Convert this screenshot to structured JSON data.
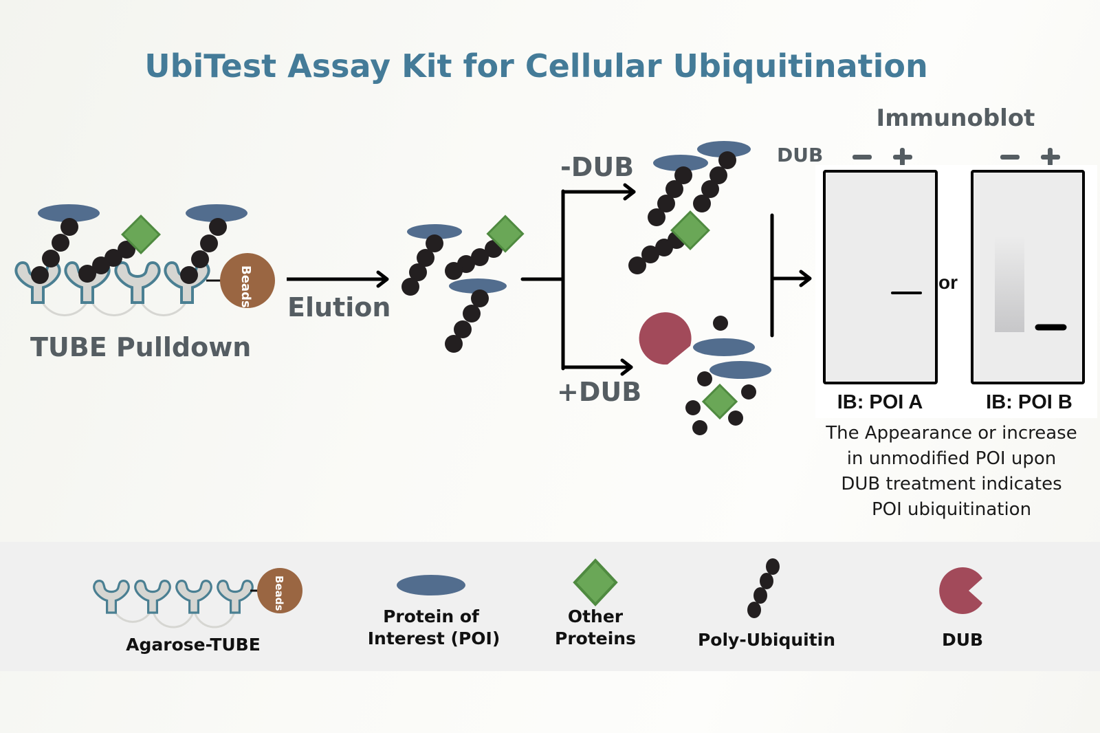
{
  "title": "UbiTest Assay Kit for Cellular Ubiquitination",
  "steps": {
    "pulldown_label": "TUBE Pulldown",
    "beads_label": "Beads",
    "elution_label": "Elution",
    "minus_dub_label": "-DUB",
    "plus_dub_label": "+DUB"
  },
  "immunoblot": {
    "heading": "Immunoblot",
    "dub_row_label": "DUB",
    "lane_minus": "−",
    "lane_plus": "+",
    "or_label": "or",
    "blots": [
      {
        "label": "IB: POI A",
        "description": "band only in + lane"
      },
      {
        "label": "IB: POI B",
        "description": "smear in − lane, strong band in + lane"
      }
    ],
    "note_lines": [
      "The Appearance or increase",
      "in unmodified POI upon",
      "DUB treatment indicates",
      "POI ubiquitination"
    ]
  },
  "legend": {
    "items": [
      {
        "label_lines": [
          "Agarose-TUBE"
        ],
        "icon": "agarose-tube-icon"
      },
      {
        "label_lines": [
          "Protein of",
          "Interest (POI)"
        ],
        "icon": "poi-ellipse-icon"
      },
      {
        "label_lines": [
          "Other",
          "Proteins"
        ],
        "icon": "green-diamond-icon"
      },
      {
        "label_lines": [
          "Poly-Ubiquitin"
        ],
        "icon": "ubiquitin-chain-icon"
      },
      {
        "label_lines": [
          "DUB"
        ],
        "icon": "pacman-dub-icon"
      }
    ]
  },
  "colors": {
    "title": "#447b98",
    "poi": "#526d8e",
    "other_protein": "#6aa757",
    "other_protein_border": "#4f8a40",
    "ubiquitin": "#231f20",
    "dub": "#a24a5a",
    "beads": "#9a6642",
    "tube_fill": "#d6d6d2",
    "tube_stroke": "#4a7f92",
    "blot_bg": "#ececec",
    "legend_bg": "#f0f0f0"
  }
}
